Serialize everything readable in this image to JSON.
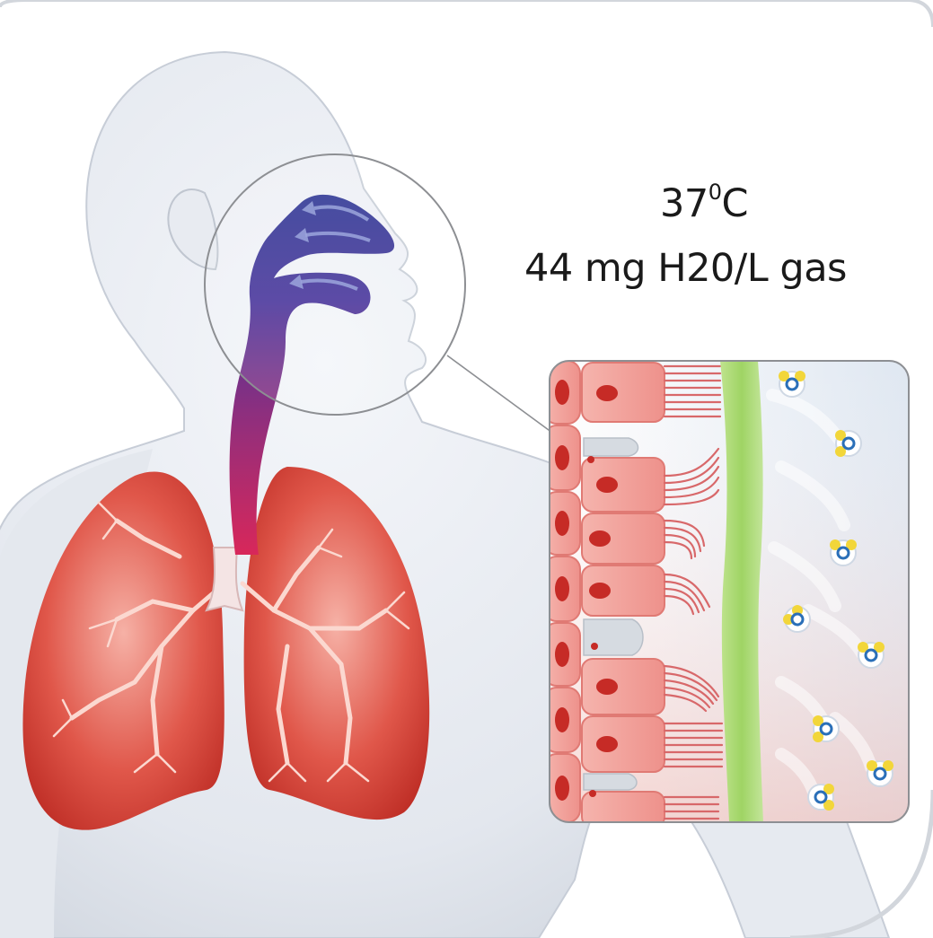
{
  "labels": {
    "temp_value": "37",
    "temp_degree": "0",
    "temp_unit": "C",
    "humidity": "44 mg H20/L gas"
  },
  "molecules": {
    "oxygen_letter": "O",
    "hydrogen_letter": "H"
  },
  "colors": {
    "airway_top": "#27338f",
    "airway_bottom": "#c8285a",
    "lung": "#d9443a",
    "cilia_cell": "#f2a3a0",
    "nucleus": "#c8302c",
    "mucus_layer": "#a9d86e",
    "molecule_hydrogen": "#f2d63a",
    "molecule_oxygen": "#2a6fb8"
  }
}
